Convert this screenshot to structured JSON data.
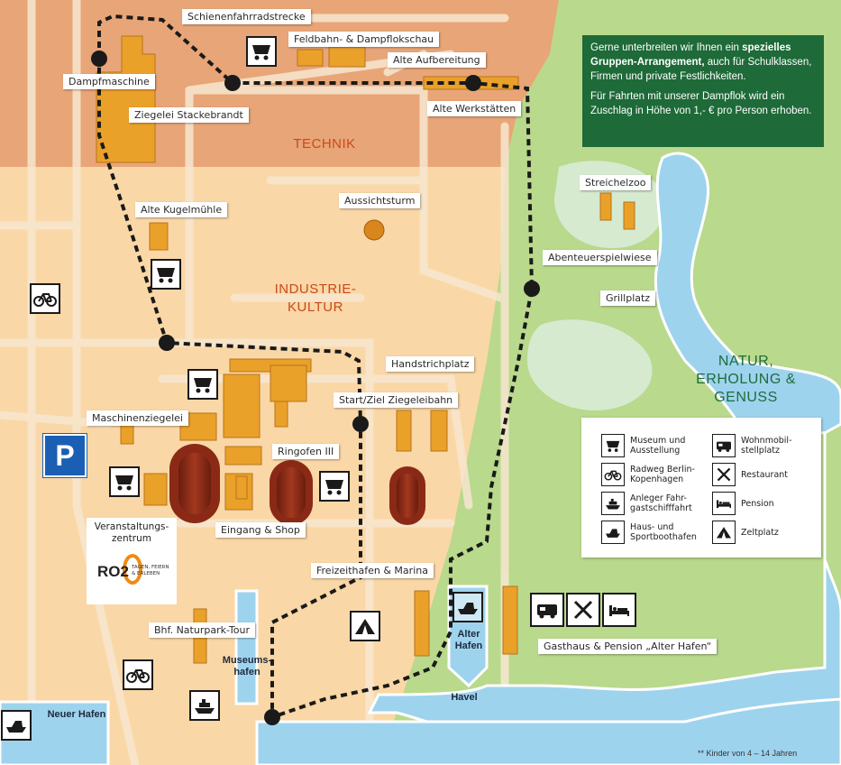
{
  "info_box": {
    "para1_a": "Gerne unterbreiten wir Ihnen ein ",
    "para1_b": "spezielles Gruppen-Arrangement,",
    "para1_c": " auch für Schulklassen, Firmen und private Festlichkeiten.",
    "para2": "Für Fahrten mit unserer Dampflok wird ein Zuschlag in Höhe von 1,- € pro Person erhoben."
  },
  "zones": {
    "technik": "TECHNIK",
    "industrie_line1": "INDUSTRIE-",
    "industrie_line2": "KULTUR",
    "natur_line1": "NATUR,",
    "natur_line2": "ERHOLUNG & GENUSS"
  },
  "labels": {
    "schienenfahrradstrecke": "Schienenfahrradstrecke",
    "feldbahn": "Feldbahn- & Dampflokschau",
    "alte_aufbereitung": "Alte Aufbereitung",
    "dampfmaschine": "Dampfmaschine",
    "ziegelei_stackebrandt": "Ziegelei Stackebrandt",
    "alte_werkstaetten": "Alte Werkstätten",
    "streichelzoo": "Streichelzoo",
    "aussichtsturm": "Aussichtsturm",
    "alte_kugelmuehle": "Alte Kugelmühle",
    "abenteuerspielwiese": "Abenteuerspielwiese",
    "grillplatz": "Grillplatz",
    "handstrichplatz": "Handstrichplatz",
    "start_ziel": "Start/Ziel Ziegeleibahn",
    "maschinenziegelei": "Maschinenziegelei",
    "ringofen": "Ringofen III",
    "eingang": "Eingang & Shop",
    "veranstaltung_1": "Veranstaltungs-",
    "veranstaltung_2": "zentrum",
    "freizeithafen": "Freizeithafen & Marina",
    "bhf": "Bhf. Naturpark-Tour",
    "gasthaus": "Gasthaus & Pension „Alter Hafen“"
  },
  "water_labels": {
    "museumshafen_1": "Museums-",
    "museumshafen_2": "hafen",
    "alter_hafen_1": "Alter",
    "alter_hafen_2": "Hafen",
    "havel": "Havel",
    "neuer_hafen": "Neuer Hafen"
  },
  "parking": "P",
  "ro2": {
    "logo": "RO2",
    "tagline_1": "TAGEN, FEIERN",
    "tagline_2": "& ERLEBEN"
  },
  "legend": [
    {
      "icon": "cart-icon",
      "line1": "Museum und",
      "line2": "Ausstellung"
    },
    {
      "icon": "bicycle-icon",
      "line1": "Radweg Berlin-",
      "line2": "Kopenhagen"
    },
    {
      "icon": "ferry-icon",
      "line1": "Anleger Fahr-",
      "line2": "gastschifffahrt"
    },
    {
      "icon": "boat-icon",
      "line1": "Haus- und",
      "line2": "Sportboothafen"
    },
    {
      "icon": "camper-icon",
      "line1": "Wohnmobil-",
      "line2": "stellplatz"
    },
    {
      "icon": "restaurant-icon",
      "line1": "Restaurant",
      "line2": ""
    },
    {
      "icon": "bed-icon",
      "line1": "Pension",
      "line2": ""
    },
    {
      "icon": "tent-icon",
      "line1": "Zeltplatz",
      "line2": ""
    }
  ],
  "footnote": "** Kinder von 4 – 14 Jahren",
  "colors": {
    "technik_zone": "#e8a577",
    "industrie_zone": "#fad7a6",
    "natur_zone": "#b9d98c",
    "water": "#9ed3ee",
    "building": "#eaa12a",
    "kiln": "#8a2a16",
    "info_box": "#1e6a38",
    "parking_sign": "#1a5fb4"
  }
}
